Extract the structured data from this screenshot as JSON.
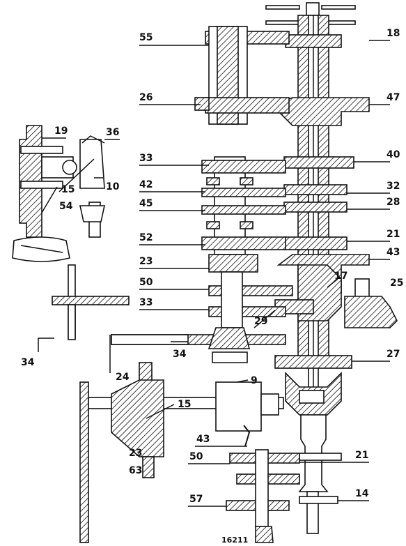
{
  "figure_number": "16211",
  "callouts": {
    "c55": "55",
    "c26": "26",
    "c18": "18",
    "c47": "47",
    "c33a": "33",
    "c42": "42",
    "c45": "45",
    "c52": "52",
    "c23a": "23",
    "c50a": "50",
    "c33b": "33",
    "c40": "40",
    "c32": "32",
    "c28": "28",
    "c21a": "21",
    "c43a": "43",
    "c17": "17",
    "c25": "25",
    "c29": "29",
    "c27": "27",
    "c19": "19",
    "c36": "36",
    "c15a": "15",
    "c10": "10",
    "c54": "54",
    "c34a": "34",
    "c24": "24",
    "c34b": "34",
    "c9": "9",
    "c15b": "15",
    "c23b": "23",
    "c63": "63",
    "c43b": "43",
    "c50b": "50",
    "c21b": "21",
    "c57": "57",
    "c14": "14"
  }
}
